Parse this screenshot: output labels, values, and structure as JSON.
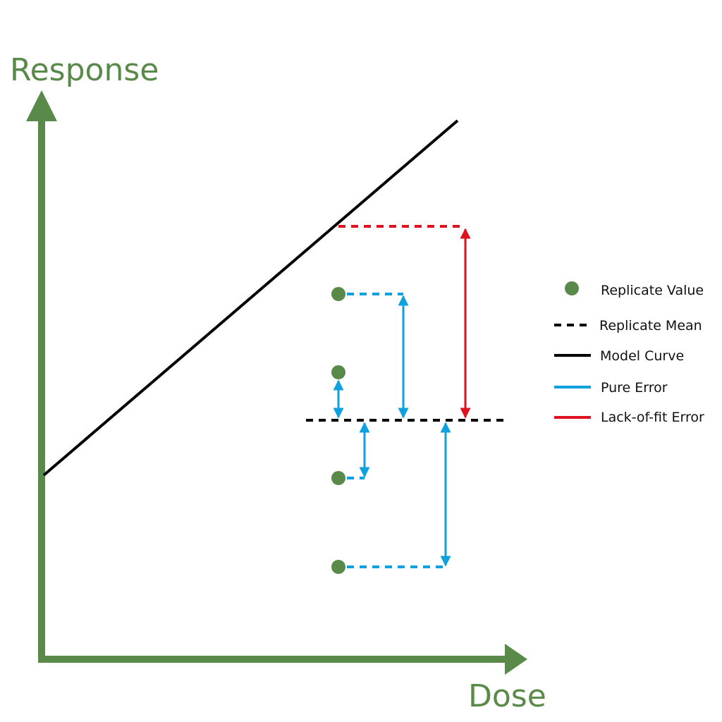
{
  "colors": {
    "axis": "#5a8a4a",
    "point": "#5a8a4a",
    "model": "#000000",
    "mean": "#000000",
    "pure_error": "#0fa0de",
    "lack_of_fit": "#e0101e"
  },
  "axes": {
    "y_label": "Response",
    "x_label": "Dose"
  },
  "legend": {
    "replicate_value": "Replicate Value",
    "replicate_mean": "Replicate Mean",
    "model_curve": "Model Curve",
    "pure_error": "Pure Error",
    "lack_of_fit": "Lack-of-fit Error"
  }
}
